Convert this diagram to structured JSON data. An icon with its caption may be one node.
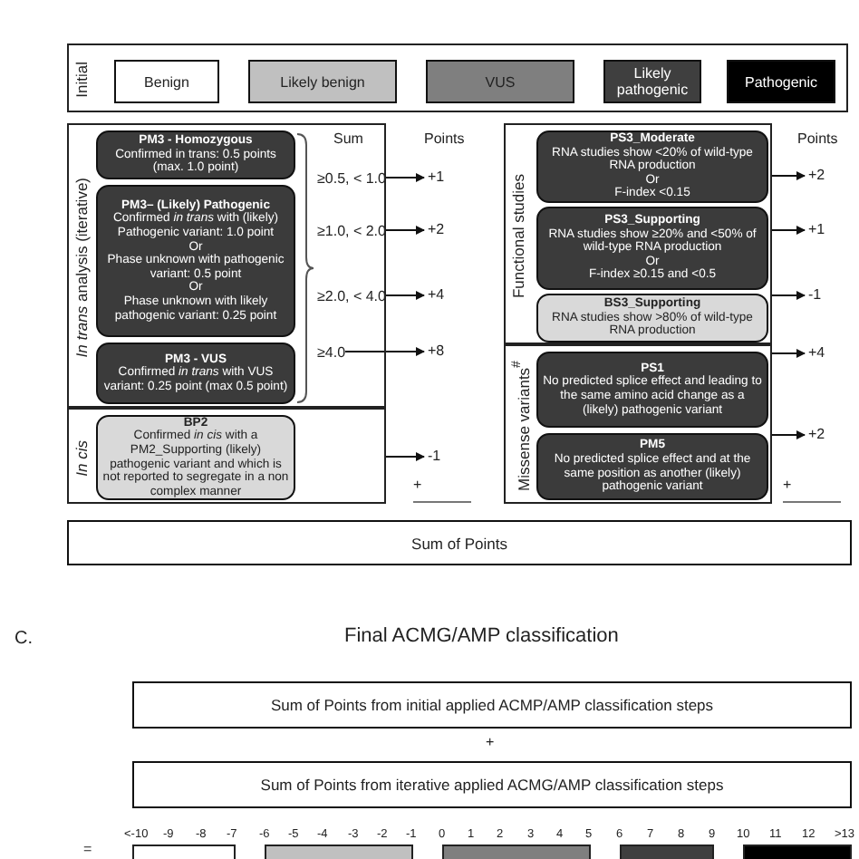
{
  "diagram": {
    "nodes": [
      {
        "text": [
          "Initial"
        ]
      },
      {
        "text": [
          "Benign"
        ],
        "in": 0
      },
      {
        "text": [
          "Likely benign"
        ],
        "in": 0
      },
      {
        "text": [
          "VUS"
        ],
        "in": 0
      },
      {
        "text": [
          "Likely pathogenic"
        ],
        "in": 0
      },
      {
        "text": [
          "Pathogenic"
        ],
        "in": 0
      },
      {
        "text": [
          "*In trans* analysis (iterative)"
        ]
      },
      {
        "text": [
          "PM3 - Homozygous",
          "Confirmed in trans: 0.5 points (max. 1.0 point)"
        ],
        "in": 6
      },
      {
        "text": [
          "PM3– (Likely) Pathogenic",
          "Confirmed *in trans* with (likely) Pathogenic variant: 1.0 point",
          "Or",
          "Phase unknown with pathogenic variant: 0.5 point",
          "Or",
          "Phase unknown with likely pathogenic variant: 0.25 point"
        ],
        "in": 6
      },
      {
        "text": [
          "PM3 - VUS",
          "Confirmed *in trans* with VUS variant: 0.25 point (max 0.5 point)"
        ],
        "in": 6
      },
      {
        "text": [
          "In cis"
        ]
      },
      {
        "text": [
          "BP2",
          "Confirmed *in cis* with a PM2_Supporting (likely) pathogenic variant and which is not reported to segregate in a non complex manner"
        ],
        "in": 10
      },
      {
        "text": [
          "≥0.5, < 1.0"
        ],
        "in": 6
      },
      {
        "text": [
          "≥1.0, < 2.0"
        ],
        "in": 6
      },
      {
        "text": [
          "≥2.0, < 4.0"
        ],
        "in": 6
      },
      {
        "text": [
          "≥4.0"
        ],
        "in": 6
      },
      {
        "text": [
          "+1"
        ]
      },
      {
        "text": [
          "+2"
        ]
      },
      {
        "text": [
          "+4"
        ]
      },
      {
        "text": [
          "+8"
        ]
      },
      {
        "text": [
          "-1"
        ]
      },
      {
        "text": [
          "Functional studies"
        ]
      },
      {
        "text": [
          "PS3_Moderate",
          "RNA studies show <20% of wild-type RNA production",
          "Or",
          "F-index <0.15"
        ],
        "in": 21
      },
      {
        "text": [
          "PS3_Supporting",
          "RNA studies show ≥20% and <50% of wild-type RNA production",
          "Or",
          "F-index ≥0.15 and <0.5"
        ],
        "in": 21
      },
      {
        "text": [
          "BS3_Supporting",
          "RNA studies show >80% of wild-type RNA production"
        ],
        "in": 21
      },
      {
        "text": [
          "Missense variants$^{#}$"
        ]
      },
      {
        "text": [
          "PS1",
          "No predicted splice effect and leading to the same amino acid change as a (likely) pathogenic variant"
        ],
        "in": 25
      },
      {
        "text": [
          "PM5",
          "No predicted splice effect and at the same position as another (likely) pathogenic variant"
        ],
        "in": 25
      },
      {
        "text": [
          "+2"
        ]
      },
      {
        "text": [
          "+1"
        ]
      },
      {
        "text": [
          "-1"
        ]
      },
      {
        "text": [
          "+4"
        ]
      },
      {
        "text": [
          "+2"
        ]
      },
      {
        "text": [
          "Sum of Points"
        ]
      },
      {
        "text": [
          "Sum of Points from initial applied ACMP/AMP classification steps"
        ]
      },
      {
        "text": [
          "Sum of Points from iterative applied ACMG/AMP classification steps"
        ]
      },
      {
        "text": [],
        "shape": "box"
      },
      {
        "text": [],
        "shape": "box"
      },
      {
        "text": [],
        "shape": "box"
      },
      {
        "text": [],
        "shape": "box"
      },
      {
        "text": [],
        "shape": "box"
      }
    ],
    "edges": [
      {
        "from": 12,
        "to": 16,
        "arrow": "to"
      },
      {
        "from": 13,
        "to": 17,
        "arrow": "to"
      },
      {
        "from": 14,
        "to": 18,
        "arrow": "to"
      },
      {
        "from": 15,
        "to": 19,
        "arrow": "to"
      },
      {
        "from": 10,
        "to": 20,
        "arrow": "to"
      },
      {
        "from": 21,
        "to": 28,
        "arrow": "to"
      },
      {
        "from": 21,
        "to": 29,
        "arrow": "to"
      },
      {
        "from": 21,
        "to": 30,
        "arrow": "to"
      },
      {
        "from": 25,
        "to": 31,
        "arrow": "to"
      },
      {
        "from": 25,
        "to": 32,
        "arrow": "to"
      }
    ],
    "labels": [
      "Sum",
      "Points",
      "Points",
      "+",
      "+",
      "C.",
      "Final ACMG/AMP classification",
      "+",
      "=",
      "<-10",
      "-9",
      "-8",
      "-7",
      "-6",
      "-5",
      "-4",
      "-3",
      "-2",
      "-1",
      "0",
      "1",
      "2",
      "3",
      "4",
      "5",
      "6",
      "7",
      "8",
      "9",
      "10",
      "11",
      "12",
      ">13"
    ]
  }
}
